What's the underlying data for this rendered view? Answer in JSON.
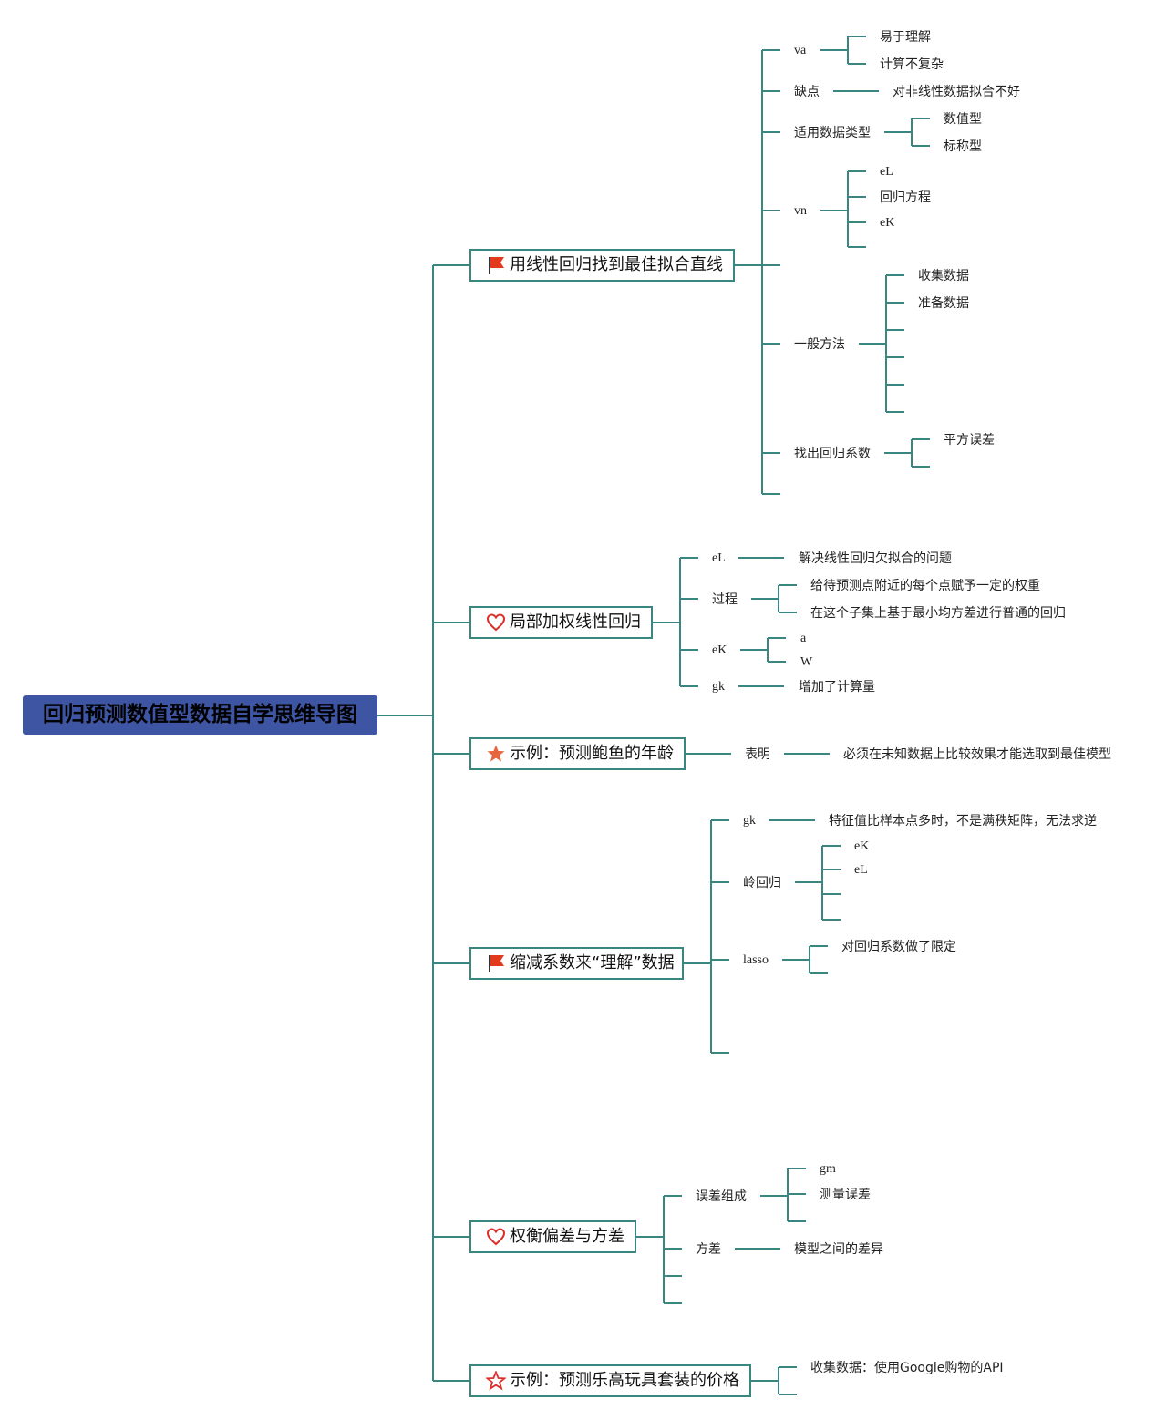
{
  "root": "回归预测数值型数据自学思维导图",
  "branches": [
    {
      "label": "用线性回归找到最佳拟合直线",
      "icon": "red-flag-icon",
      "children": [
        {
          "label": "va",
          "items": [
            "易于理解",
            "计算不复杂"
          ]
        },
        {
          "label": "缺点",
          "items": [
            "对非线性数据拟合不好"
          ]
        },
        {
          "label": "适用数据类型",
          "items": [
            "数值型",
            "标称型"
          ]
        },
        {
          "label": "vn",
          "items": [
            "eL",
            "回归方程",
            "eK"
          ]
        },
        {
          "label": "一般方法",
          "items": [
            "收集数据",
            "准备数据"
          ]
        },
        {
          "label": "找出回归系数",
          "items": [
            "平方误差"
          ]
        }
      ]
    },
    {
      "label": "局部加权线性回归",
      "icon": "heart-outline-icon",
      "children": [
        {
          "label": "eL",
          "items": [
            "解决线性回归欠拟合的问题"
          ]
        },
        {
          "label": "过程",
          "items": [
            "给待预测点附近的每个点赋予一定的权重",
            "在这个子集上基于最小均方差进行普通的回归"
          ]
        },
        {
          "label": "eK",
          "items": [
            "a",
            "W"
          ]
        },
        {
          "label": "gk",
          "items": [
            "增加了计算量"
          ]
        }
      ]
    },
    {
      "label": "示例：预测鲍鱼的年龄",
      "icon": "star-filled-icon",
      "children": [
        {
          "label": "表明",
          "items": [
            "必须在未知数据上比较效果才能选取到最佳模型"
          ]
        }
      ]
    },
    {
      "label": "缩减系数来“理解”数据",
      "icon": "red-flag-icon",
      "children": [
        {
          "label": "gk",
          "items": [
            "特征值比样本点多时，不是满秩矩阵，无法求逆"
          ]
        },
        {
          "label": "岭回归",
          "items": [
            "eK",
            "eL"
          ]
        },
        {
          "label": "lasso",
          "items": [
            "对回归系数做了限定"
          ]
        }
      ]
    },
    {
      "label": "权衡偏差与方差",
      "icon": "heart-outline-icon",
      "children": [
        {
          "label": "误差组成",
          "items": [
            "gm",
            "测量误差"
          ]
        },
        {
          "label": "方差",
          "items": [
            "模型之间的差异"
          ]
        }
      ]
    },
    {
      "label": "示例：预测乐高玩具套装的价格",
      "icon": "star-outline-icon",
      "children": [
        {
          "label": "",
          "items": [
            "收集数据：使用Google购物的API"
          ]
        }
      ]
    }
  ],
  "colors": {
    "line": "#3a8680",
    "root_fill": "#3d55a3",
    "flag": "#e23a1c",
    "heart": "#d9302c",
    "star": "#e8643c"
  }
}
